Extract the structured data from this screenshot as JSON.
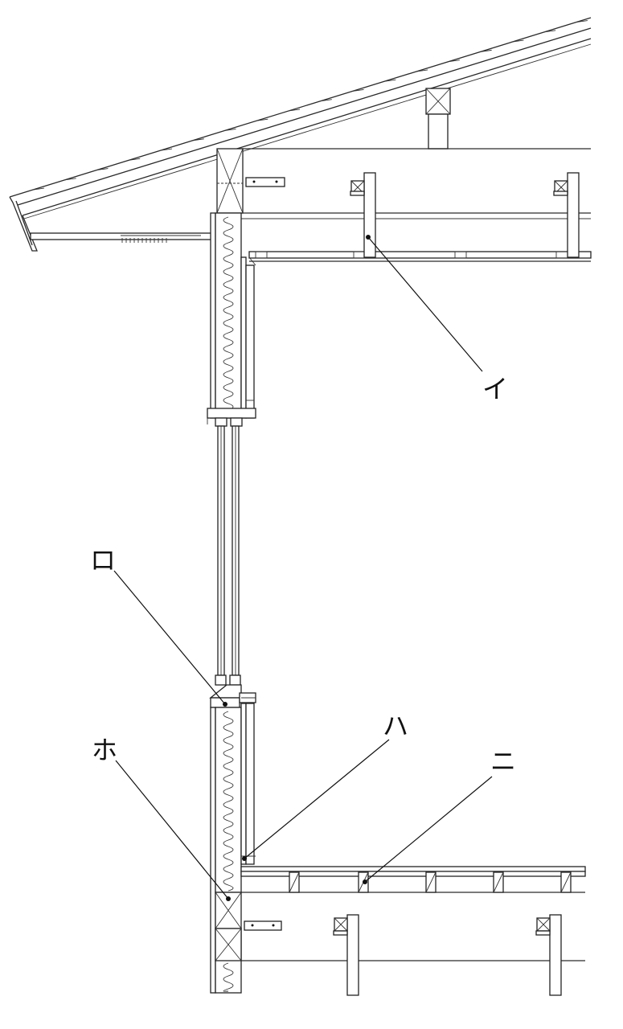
{
  "callouts": [
    {
      "id": "i",
      "text": "イ"
    },
    {
      "id": "ro",
      "text": "ロ"
    },
    {
      "id": "ha",
      "text": "ハ"
    },
    {
      "id": "ni",
      "text": "ニ"
    },
    {
      "id": "ho",
      "text": "ホ"
    }
  ]
}
